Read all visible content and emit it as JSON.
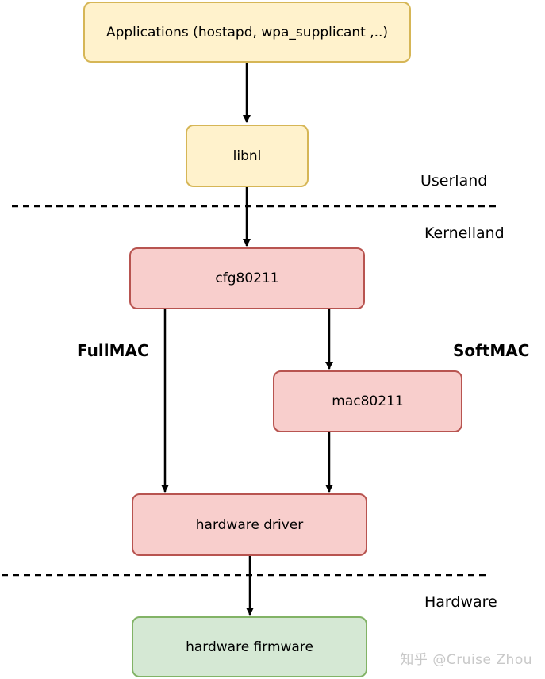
{
  "nodes": {
    "applications": "Applications (hostapd, wpa_supplicant ,..)",
    "libnl": "libnl",
    "cfg80211": "cfg80211",
    "mac80211": "mac80211",
    "hardware_driver": "hardware driver",
    "hardware_firmware": "hardware firmware"
  },
  "layers": {
    "userland": "Userland",
    "kernelland": "Kernelland",
    "hardware": "Hardware"
  },
  "paths": {
    "fullmac": "FullMAC",
    "softmac": "SoftMAC"
  },
  "watermark": "知乎 @Cruise Zhou",
  "colors": {
    "yellow_fill": "#fff2cc",
    "yellow_border": "#d6b656",
    "red_fill": "#f8cecc",
    "red_border": "#b85450",
    "green_fill": "#d5e8d4",
    "green_border": "#82b366"
  }
}
